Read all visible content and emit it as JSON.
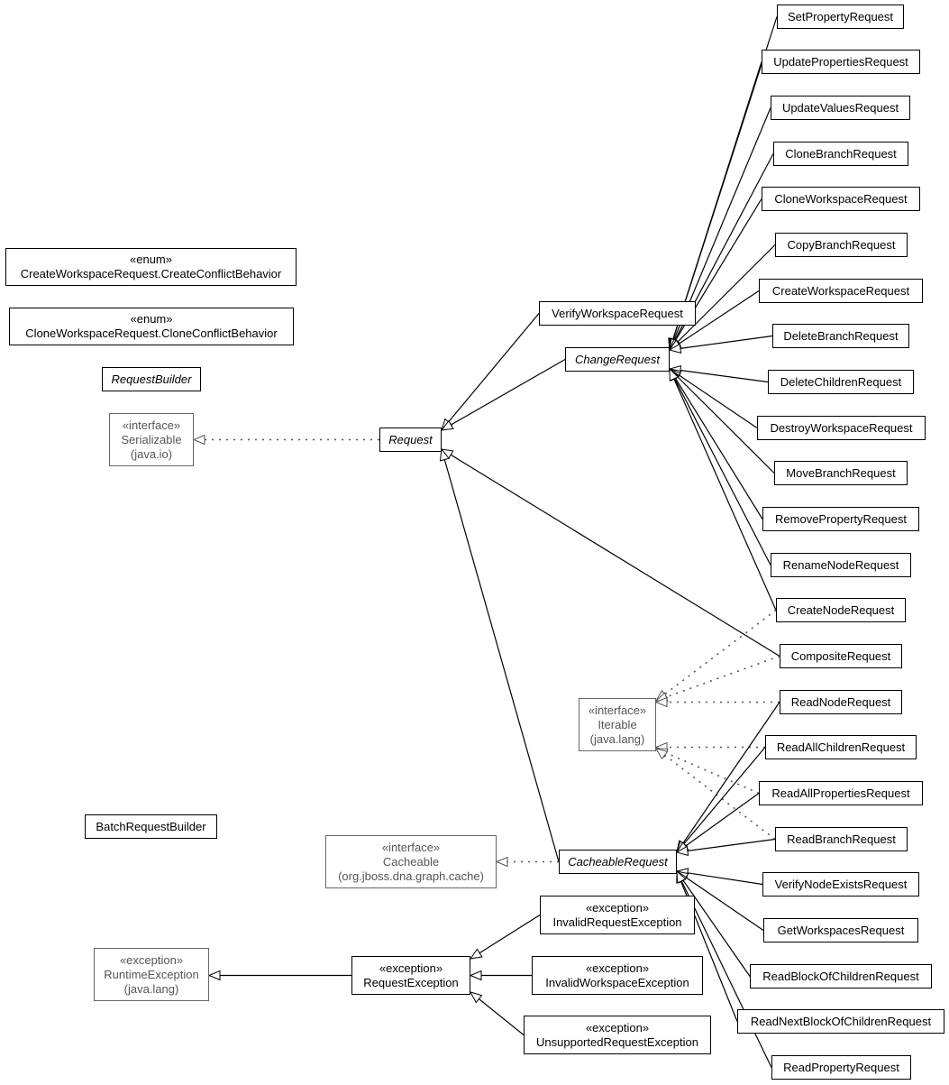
{
  "diagram": {
    "nodes": {
      "SetPropertyRequest": {
        "name": "SetPropertyRequest"
      },
      "UpdatePropertiesRequest": {
        "name": "UpdatePropertiesRequest"
      },
      "UpdateValuesRequest": {
        "name": "UpdateValuesRequest"
      },
      "CloneBranchRequest": {
        "name": "CloneBranchRequest"
      },
      "CloneWorkspaceRequest": {
        "name": "CloneWorkspaceRequest"
      },
      "CopyBranchRequest": {
        "name": "CopyBranchRequest"
      },
      "CreateWorkspaceRequest": {
        "name": "CreateWorkspaceRequest"
      },
      "DeleteBranchRequest": {
        "name": "DeleteBranchRequest"
      },
      "DeleteChildrenRequest": {
        "name": "DeleteChildrenRequest"
      },
      "DestroyWorkspaceRequest": {
        "name": "DestroyWorkspaceRequest"
      },
      "MoveBranchRequest": {
        "name": "MoveBranchRequest"
      },
      "RemovePropertyRequest": {
        "name": "RemovePropertyRequest"
      },
      "RenameNodeRequest": {
        "name": "RenameNodeRequest"
      },
      "CreateNodeRequest": {
        "name": "CreateNodeRequest"
      },
      "CompositeRequest": {
        "name": "CompositeRequest"
      },
      "ReadNodeRequest": {
        "name": "ReadNodeRequest"
      },
      "ReadAllChildrenRequest": {
        "name": "ReadAllChildrenRequest"
      },
      "ReadAllPropertiesRequest": {
        "name": "ReadAllPropertiesRequest"
      },
      "ReadBranchRequest": {
        "name": "ReadBranchRequest"
      },
      "VerifyNodeExistsRequest": {
        "name": "VerifyNodeExistsRequest"
      },
      "GetWorkspacesRequest": {
        "name": "GetWorkspacesRequest"
      },
      "ReadBlockOfChildrenRequest": {
        "name": "ReadBlockOfChildrenRequest"
      },
      "ReadNextBlockOfChildrenRequest": {
        "name": "ReadNextBlockOfChildrenRequest"
      },
      "ReadPropertyRequest": {
        "name": "ReadPropertyRequest"
      },
      "CreateConflictBehavior": {
        "stereotype": "«enum»",
        "name": "CreateWorkspaceRequest.CreateConflictBehavior"
      },
      "CloneConflictBehavior": {
        "stereotype": "«enum»",
        "name": "CloneWorkspaceRequest.CloneConflictBehavior"
      },
      "RequestBuilder": {
        "name": "RequestBuilder"
      },
      "Serializable": {
        "stereotype": "«interface»",
        "name": "Serializable",
        "package": "(java.io)"
      },
      "Request": {
        "name": "Request"
      },
      "VerifyWorkspaceRequest": {
        "name": "VerifyWorkspaceRequest"
      },
      "ChangeRequest": {
        "name": "ChangeRequest"
      },
      "Iterable": {
        "stereotype": "«interface»",
        "name": "Iterable",
        "package": "(java.lang)"
      },
      "BatchRequestBuilder": {
        "name": "BatchRequestBuilder"
      },
      "Cacheable": {
        "stereotype": "«interface»",
        "name": "Cacheable",
        "package": "(org.jboss.dna.graph.cache)"
      },
      "CacheableRequest": {
        "name": "CacheableRequest"
      },
      "InvalidRequestException": {
        "stereotype": "«exception»",
        "name": "InvalidRequestException"
      },
      "InvalidWorkspaceException": {
        "stereotype": "«exception»",
        "name": "InvalidWorkspaceException"
      },
      "UnsupportedRequestException": {
        "stereotype": "«exception»",
        "name": "UnsupportedRequestException"
      },
      "RequestException": {
        "stereotype": "«exception»",
        "name": "RequestException"
      },
      "RuntimeException": {
        "stereotype": "«exception»",
        "name": "RuntimeException",
        "package": "(java.lang)"
      }
    },
    "edges": [
      {
        "from": "SetPropertyRequest",
        "to": "ChangeRequest",
        "kind": "extends"
      },
      {
        "from": "UpdatePropertiesRequest",
        "to": "ChangeRequest",
        "kind": "extends"
      },
      {
        "from": "UpdateValuesRequest",
        "to": "ChangeRequest",
        "kind": "extends"
      },
      {
        "from": "CloneBranchRequest",
        "to": "ChangeRequest",
        "kind": "extends"
      },
      {
        "from": "CloneWorkspaceRequest",
        "to": "ChangeRequest",
        "kind": "extends"
      },
      {
        "from": "CopyBranchRequest",
        "to": "ChangeRequest",
        "kind": "extends"
      },
      {
        "from": "CreateWorkspaceRequest",
        "to": "ChangeRequest",
        "kind": "extends"
      },
      {
        "from": "DeleteBranchRequest",
        "to": "ChangeRequest",
        "kind": "extends"
      },
      {
        "from": "DeleteChildrenRequest",
        "to": "ChangeRequest",
        "kind": "extends"
      },
      {
        "from": "DestroyWorkspaceRequest",
        "to": "ChangeRequest",
        "kind": "extends"
      },
      {
        "from": "MoveBranchRequest",
        "to": "ChangeRequest",
        "kind": "extends"
      },
      {
        "from": "RemovePropertyRequest",
        "to": "ChangeRequest",
        "kind": "extends"
      },
      {
        "from": "RenameNodeRequest",
        "to": "ChangeRequest",
        "kind": "extends"
      },
      {
        "from": "CreateNodeRequest",
        "to": "ChangeRequest",
        "kind": "extends"
      },
      {
        "from": "VerifyWorkspaceRequest",
        "to": "Request",
        "kind": "extends"
      },
      {
        "from": "ChangeRequest",
        "to": "Request",
        "kind": "extends"
      },
      {
        "from": "CompositeRequest",
        "to": "Request",
        "kind": "extends"
      },
      {
        "from": "CacheableRequest",
        "to": "Request",
        "kind": "extends"
      },
      {
        "from": "Request",
        "to": "Serializable",
        "kind": "implements"
      },
      {
        "from": "CreateNodeRequest",
        "to": "Iterable",
        "kind": "implements"
      },
      {
        "from": "CompositeRequest",
        "to": "Iterable",
        "kind": "implements"
      },
      {
        "from": "ReadNodeRequest",
        "to": "Iterable",
        "kind": "implements"
      },
      {
        "from": "ReadAllChildrenRequest",
        "to": "Iterable",
        "kind": "implements"
      },
      {
        "from": "ReadAllPropertiesRequest",
        "to": "Iterable",
        "kind": "implements"
      },
      {
        "from": "ReadBranchRequest",
        "to": "Iterable",
        "kind": "implements"
      },
      {
        "from": "ReadNodeRequest",
        "to": "CacheableRequest",
        "kind": "extends"
      },
      {
        "from": "ReadAllChildrenRequest",
        "to": "CacheableRequest",
        "kind": "extends"
      },
      {
        "from": "ReadAllPropertiesRequest",
        "to": "CacheableRequest",
        "kind": "extends"
      },
      {
        "from": "ReadBranchRequest",
        "to": "CacheableRequest",
        "kind": "extends"
      },
      {
        "from": "VerifyNodeExistsRequest",
        "to": "CacheableRequest",
        "kind": "extends"
      },
      {
        "from": "GetWorkspacesRequest",
        "to": "CacheableRequest",
        "kind": "extends"
      },
      {
        "from": "ReadBlockOfChildrenRequest",
        "to": "CacheableRequest",
        "kind": "extends"
      },
      {
        "from": "ReadNextBlockOfChildrenRequest",
        "to": "CacheableRequest",
        "kind": "extends"
      },
      {
        "from": "ReadPropertyRequest",
        "to": "CacheableRequest",
        "kind": "extends"
      },
      {
        "from": "CacheableRequest",
        "to": "Cacheable",
        "kind": "implements"
      },
      {
        "from": "InvalidRequestException",
        "to": "RequestException",
        "kind": "extends"
      },
      {
        "from": "InvalidWorkspaceException",
        "to": "RequestException",
        "kind": "extends"
      },
      {
        "from": "UnsupportedRequestException",
        "to": "RequestException",
        "kind": "extends"
      },
      {
        "from": "RequestException",
        "to": "RuntimeException",
        "kind": "extends"
      }
    ]
  }
}
